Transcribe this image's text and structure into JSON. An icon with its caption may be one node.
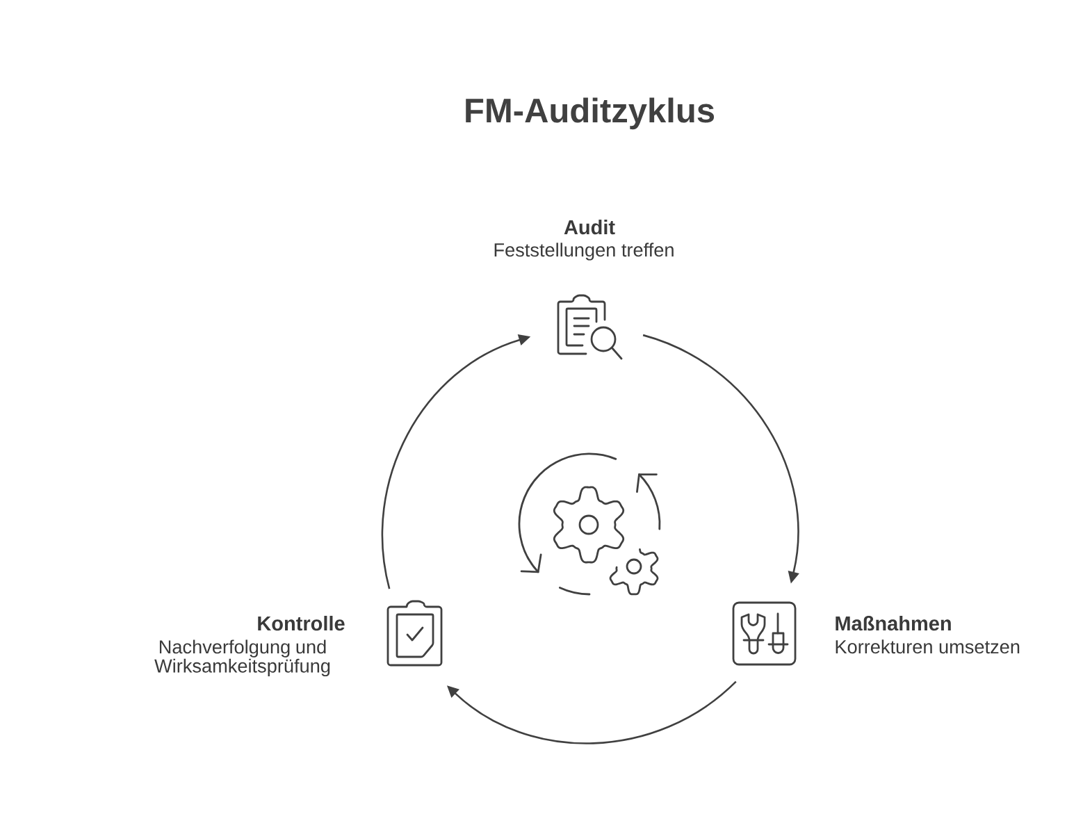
{
  "diagram": {
    "title": "FM-Auditzyklus",
    "nodes": [
      {
        "text": [
          "Audit",
          "Feststellungen treffen"
        ]
      },
      {
        "text": [
          "Maßnahmen",
          "Korrekturen umsetzen"
        ]
      },
      {
        "text": [
          "Kontrolle",
          "Nachverfolgung und Wirksamkeitsprüfung"
        ]
      }
    ],
    "edges": [
      {
        "from": 0,
        "to": 1,
        "arrow": "to"
      },
      {
        "from": 1,
        "to": 2,
        "arrow": "to"
      },
      {
        "from": 2,
        "to": 0,
        "arrow": "to"
      }
    ]
  }
}
